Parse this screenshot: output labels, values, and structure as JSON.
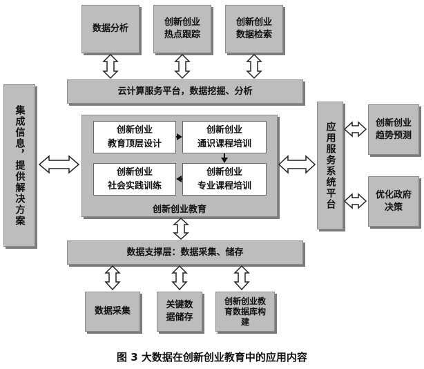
{
  "top": {
    "data_analysis": "数据分析",
    "hotspot": [
      "创新创业",
      "热点跟踪"
    ],
    "retrieval": [
      "创新创业",
      "数据检索"
    ]
  },
  "cloud_platform": "云计算服务平台，数据挖掘、分析",
  "left_panel": "集成信息，提供解决方案",
  "center": {
    "title": "创新创业教育",
    "top_design": [
      "创新创业",
      "教育顶层设计"
    ],
    "general_course": [
      "创新创业",
      "通识课程培训"
    ],
    "practice": [
      "创新创业",
      "社会实践训练"
    ],
    "professional_course": [
      "创新创业",
      "专业课程培训"
    ]
  },
  "right_panel": "应用服务系统平台",
  "right": {
    "trend": [
      "创新创业",
      "趋势预测"
    ],
    "policy": [
      "优化政府",
      "决策"
    ]
  },
  "data_layer": "数据支撑层：数据采集、储存",
  "bottom": {
    "collection": "数据采集",
    "storage": [
      "关键数",
      "据储存"
    ],
    "database": [
      "创新创业教",
      "育数据库构",
      "建"
    ]
  },
  "caption": "图 3  大数据在创新创业教育中的应用内容"
}
